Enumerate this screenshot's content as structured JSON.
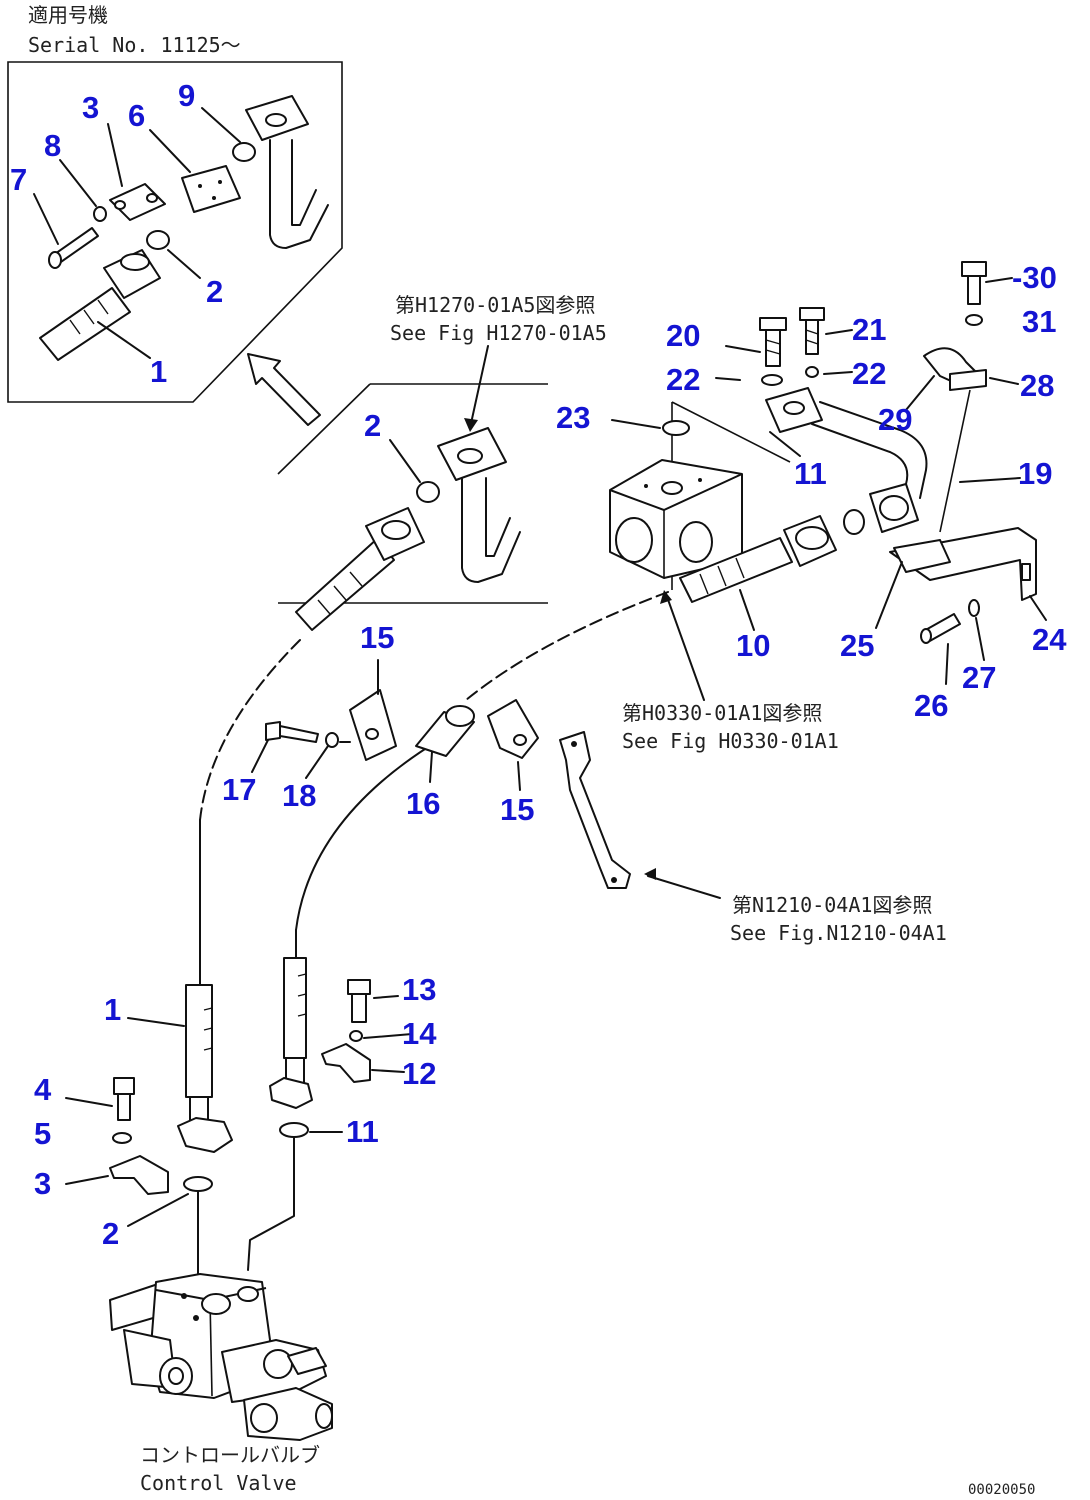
{
  "header": {
    "applicable_jp": "適用号機",
    "serial": "Serial No. 11125〜"
  },
  "references": {
    "h1270": {
      "jp": "第H1270-01A5図参照",
      "en": "See Fig H1270-01A5"
    },
    "h0330": {
      "jp": "第H0330-01A1図参照",
      "en": "See Fig H0330-01A1"
    },
    "n1210": {
      "jp": "第N1210-04A1図参照",
      "en": "See Fig.N1210-04A1"
    }
  },
  "component": {
    "jp": "コントロールバルブ",
    "en": "Control Valve"
  },
  "footer_code": "00020050",
  "callouts": {
    "inset": {
      "c1": "1",
      "c2": "2",
      "c3": "3",
      "c6": "6",
      "c7": "7",
      "c8": "8",
      "c9": "9"
    },
    "main": {
      "c1": "1",
      "c2a": "2",
      "c2b": "2",
      "c3": "3",
      "c4": "4",
      "c5": "5",
      "c10": "10",
      "c11a": "11",
      "c11b": "11",
      "c12": "12",
      "c13": "13",
      "c14": "14",
      "c15a": "15",
      "c15b": "15",
      "c16": "16",
      "c17": "17",
      "c18": "18",
      "c19": "19",
      "c20": "20",
      "c21": "21",
      "c22a": "22",
      "c22b": "22",
      "c23": "23",
      "c24": "24",
      "c25": "25",
      "c26": "26",
      "c27": "27",
      "c28": "28",
      "c29": "29",
      "c30": "-30",
      "c31": "31"
    }
  }
}
